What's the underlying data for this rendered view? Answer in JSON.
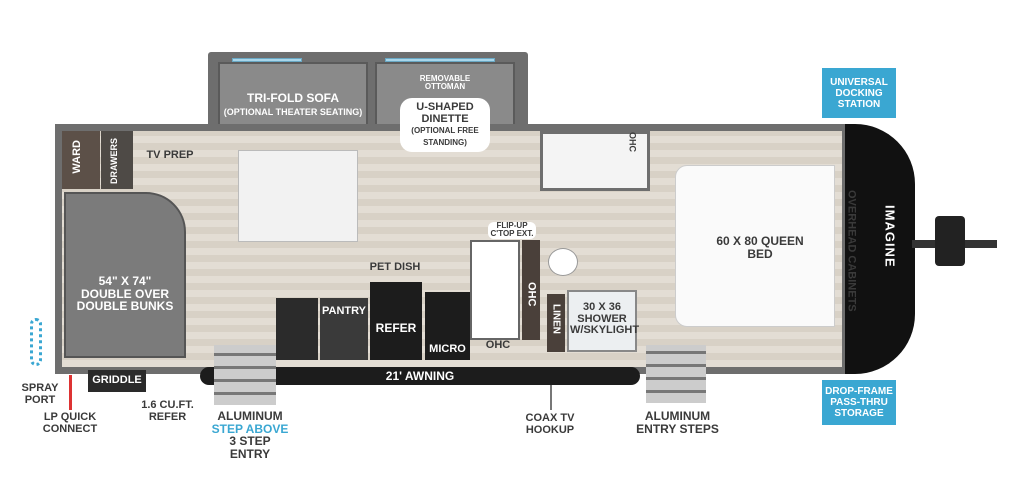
{
  "labels": {
    "sofa": "TRI-FOLD SOFA",
    "sofa_note": "(OPTIONAL THEATER SEATING)",
    "ottoman": "REMOVABLE OTTOMAN",
    "dinette": "U-SHAPED DINETTE",
    "dinette_note": "(OPTIONAL FREE STANDING)",
    "ward": "WARD",
    "drawers": "DRAWERS",
    "tv_prep": "TV PREP",
    "bunks_size": "54\" x 74\"",
    "bunks": "DOUBLE OVER DOUBLE BUNKS",
    "pet_dish": "PET DISH",
    "pantry": "PANTRY",
    "refer": "REFER",
    "micro": "MICRO",
    "ohc": "OHC",
    "ohc_vertical": "OHC",
    "ohc_bath": "OHC",
    "flip_up": "FLIP-UP C'TOP EXT.",
    "linen": "LINEN",
    "shower": "30 x 36 SHOWER w/SKYLIGHT",
    "bed": "60 x 80 QUEEN BED",
    "overhead_cabinets": "OVERHEAD CABINETS",
    "brand": "IMAGINE",
    "awning": "21' AWNING",
    "griddle": "GRIDDLE",
    "spray_port": "SPRAY PORT",
    "lp_quick_connect": "LP QUICK CONNECT",
    "outdoor_refer": "1.6 CU.FT. REFER",
    "step_entry_1": "ALUMINUM",
    "step_entry_2": "STEP ABOVE",
    "step_entry_3": "3 STEP ENTRY",
    "coax": "COAX TV HOOKUP",
    "entry_steps": "ALUMINUM ENTRY STEPS",
    "docking": "UNIVERSAL DOCKING STATION",
    "storage": "DROP-FRAME PASS-THRU STORAGE"
  },
  "colors": {
    "accent": "#3aa7d2",
    "wall": "#6e6e6e",
    "appliance": "#1c1c1c"
  }
}
